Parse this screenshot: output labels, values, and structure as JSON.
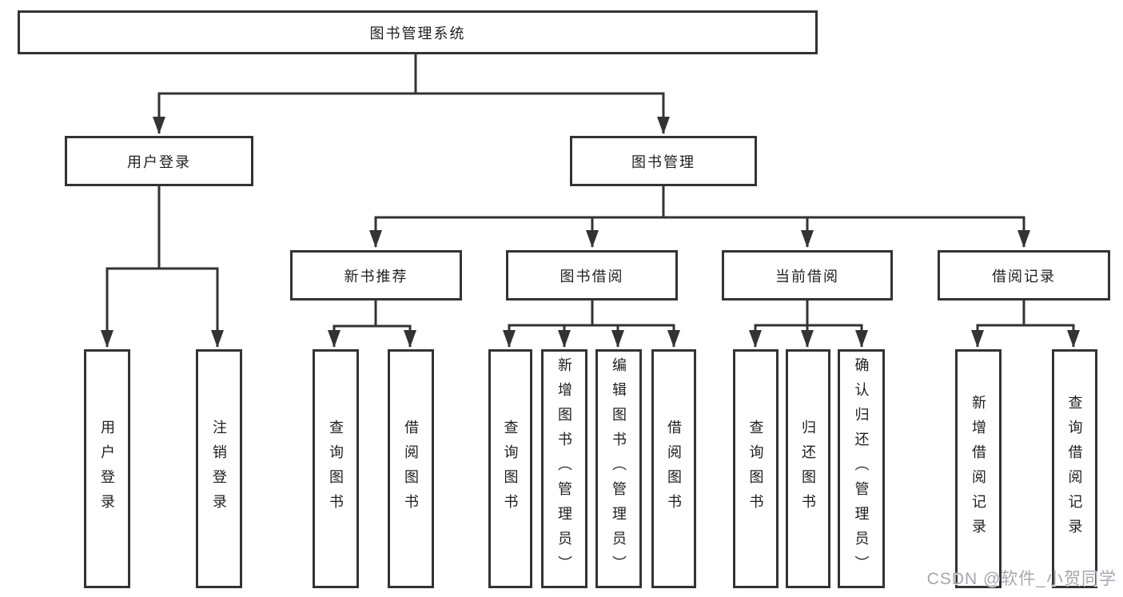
{
  "tree": {
    "root": "图书管理系统",
    "branches": [
      {
        "label": "用户登录",
        "leaves": [
          "用户登录",
          "注销登录"
        ]
      },
      {
        "label": "图书管理",
        "groups": [
          {
            "label": "新书推荐",
            "leaves": [
              "查询图书",
              "借阅图书"
            ]
          },
          {
            "label": "图书借阅",
            "leaves": [
              "查询图书",
              "新增图书（管理员）",
              "编辑图书（管理员）",
              "借阅图书"
            ]
          },
          {
            "label": "当前借阅",
            "leaves": [
              "查询图书",
              "归还图书",
              "确认归还（管理员）"
            ]
          },
          {
            "label": "借阅记录",
            "leaves": [
              "新增借阅记录",
              "查询借阅记录"
            ]
          }
        ]
      }
    ]
  },
  "watermark": "CSDN @软件_小贺同学",
  "colors": {
    "line": "#333333",
    "box_fill": "#ffffff",
    "text": "#1f1f1f",
    "watermark": "#a6a6b0"
  }
}
